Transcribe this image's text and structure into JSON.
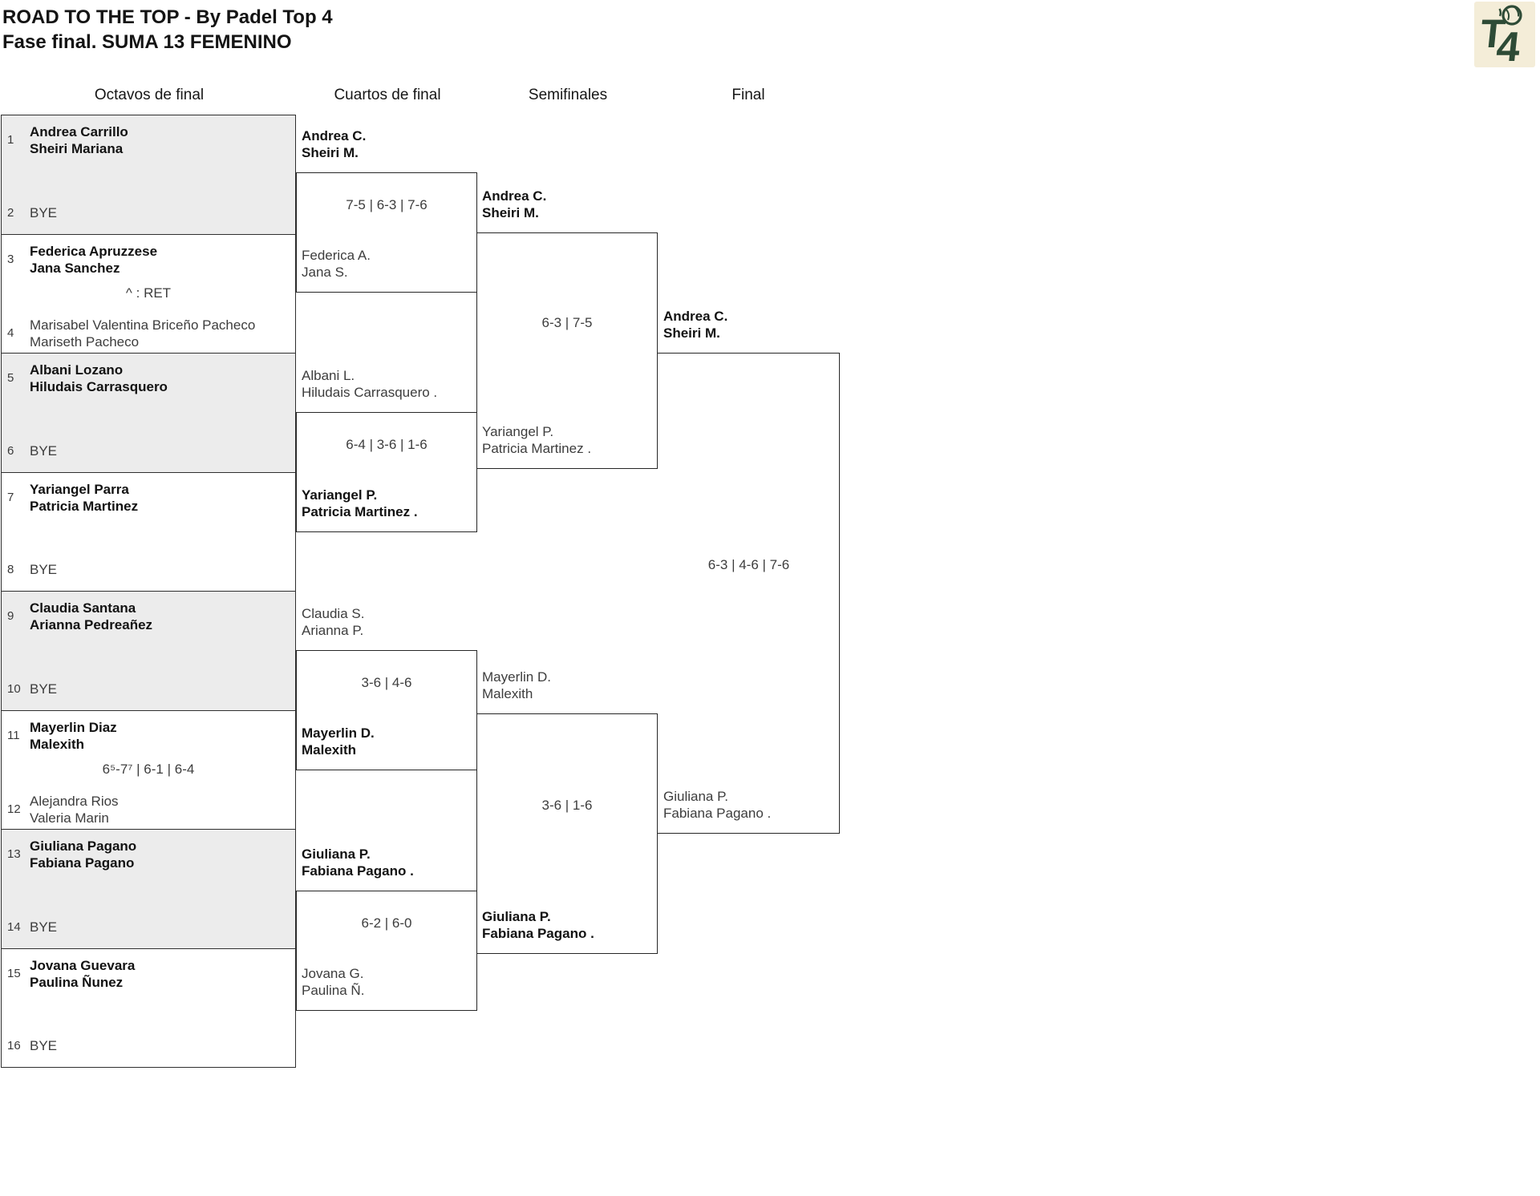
{
  "header": {
    "title_line1": "ROAD TO THE TOP - By Padel Top 4",
    "title_line2": "Fase final. SUMA 13 FEMENINO"
  },
  "logo": {
    "letter_t": "T",
    "letter_4": "4",
    "bg_color": "#f4edd8",
    "fg_color": "#2e4b36"
  },
  "round_headers": [
    "Octavos de final",
    "Cuartos de final",
    "Semifinales",
    "Final"
  ],
  "r16": [
    {
      "seed_top": "1",
      "top": [
        "Andrea Carrillo",
        "Sheiri Mariana"
      ],
      "seed_bottom": "2",
      "bottom": [
        "BYE"
      ],
      "note": ""
    },
    {
      "seed_top": "3",
      "top": [
        "Federica Apruzzese",
        "Jana Sanchez"
      ],
      "seed_bottom": "4",
      "bottom": [
        "Marisabel Valentina Briceño Pacheco",
        "Mariseth Pacheco"
      ],
      "note": "^ : RET"
    },
    {
      "seed_top": "5",
      "top": [
        "Albani Lozano",
        "Hiludais Carrasquero"
      ],
      "seed_bottom": "6",
      "bottom": [
        "BYE"
      ],
      "note": ""
    },
    {
      "seed_top": "7",
      "top": [
        "Yariangel Parra",
        "Patricia Martinez"
      ],
      "seed_bottom": "8",
      "bottom": [
        "BYE"
      ],
      "note": ""
    },
    {
      "seed_top": "9",
      "top": [
        "Claudia Santana",
        "Arianna Pedreañez"
      ],
      "seed_bottom": "10",
      "bottom": [
        "BYE"
      ],
      "note": ""
    },
    {
      "seed_top": "11",
      "top": [
        "Mayerlin Diaz",
        "Malexith"
      ],
      "seed_bottom": "12",
      "bottom": [
        "Alejandra Rios",
        "Valeria Marin"
      ],
      "note": "6⁵-7⁷ | 6-1 | 6-4"
    },
    {
      "seed_top": "13",
      "top": [
        "Giuliana Pagano",
        "Fabiana Pagano"
      ],
      "seed_bottom": "14",
      "bottom": [
        "BYE"
      ],
      "note": ""
    },
    {
      "seed_top": "15",
      "top": [
        "Jovana Guevara",
        "Paulina Ñunez"
      ],
      "seed_bottom": "16",
      "bottom": [
        "BYE"
      ],
      "note": ""
    }
  ],
  "quarterfinals": [
    {
      "top": [
        "Andrea C.",
        "Sheiri M."
      ],
      "score": "7-5 | 6-3 | 7-6",
      "bottom": [
        "Federica A.",
        "Jana S."
      ]
    },
    {
      "top": [
        "Albani L.",
        "Hiludais Carrasquero ."
      ],
      "score": "6-4 | 3-6 | 1-6",
      "bottom": [
        "Yariangel P.",
        "Patricia Martinez ."
      ]
    },
    {
      "top": [
        "Claudia S.",
        "Arianna P."
      ],
      "score": "3-6 | 4-6",
      "bottom": [
        "Mayerlin D.",
        "Malexith"
      ]
    },
    {
      "top": [
        "Giuliana P.",
        "Fabiana Pagano ."
      ],
      "score": "6-2 | 6-0",
      "bottom": [
        "Jovana G.",
        "Paulina Ñ."
      ]
    }
  ],
  "semifinals": [
    {
      "top": [
        "Andrea C.",
        "Sheiri M."
      ],
      "score": "6-3 | 7-5",
      "bottom": [
        "Yariangel P.",
        "Patricia Martinez ."
      ]
    },
    {
      "top": [
        "Mayerlin D.",
        "Malexith"
      ],
      "score": "3-6 | 1-6",
      "bottom": [
        "Giuliana P.",
        "Fabiana Pagano ."
      ]
    }
  ],
  "final": {
    "top": [
      "Andrea C.",
      "Sheiri M."
    ],
    "score": "6-3 | 4-6 | 7-6",
    "bottom": [
      "Giuliana P.",
      "Fabiana Pagano ."
    ]
  }
}
